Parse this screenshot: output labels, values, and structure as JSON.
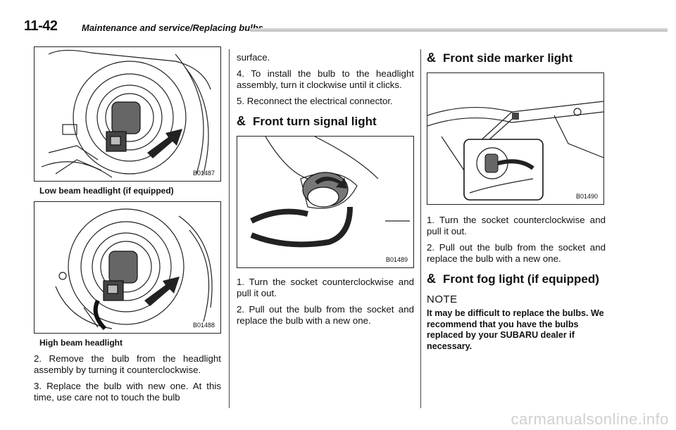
{
  "header": {
    "page_number": "11-42",
    "title": "Maintenance and service/Replacing bulbs"
  },
  "col1": {
    "fig1": {
      "id": "B01487",
      "caption": "Low beam headlight (if equipped)"
    },
    "fig2": {
      "id": "B01488",
      "caption": "High beam headlight"
    },
    "p1": "2. Remove the bulb from the headlight assembly by turning it counterclockwise.",
    "p2": "3. Replace the bulb with new one. At this time, use care not to touch the bulb"
  },
  "col2": {
    "p_cont": "surface.",
    "p4": "4. To install the bulb to the headlight assembly, turn it clockwise until it clicks.",
    "p5": "5. Reconnect the electrical connector.",
    "section_mark": "&",
    "section_title": "Front turn signal light",
    "fig": {
      "id": "B01489"
    },
    "p1": "1. Turn the socket counterclockwise and pull it out.",
    "p2": "2. Pull out the bulb from the socket and replace the bulb with a new one."
  },
  "col3": {
    "section1_mark": "&",
    "section1_title": "Front side marker light",
    "fig": {
      "id": "B01490"
    },
    "p1": "1. Turn the socket counterclockwise and pull it out.",
    "p2": "2. Pull out the bulb from the socket and replace the bulb with a new one.",
    "section2_mark": "&",
    "section2_title": "Front fog light (if equipped)",
    "note_heading": "NOTE",
    "note_text": "It may be difficult to replace the bulbs. We recommend that you have the bulbs replaced by your SUBARU dealer if necessary."
  },
  "footer": {
    "watermark": "carmanualsonline.info"
  }
}
